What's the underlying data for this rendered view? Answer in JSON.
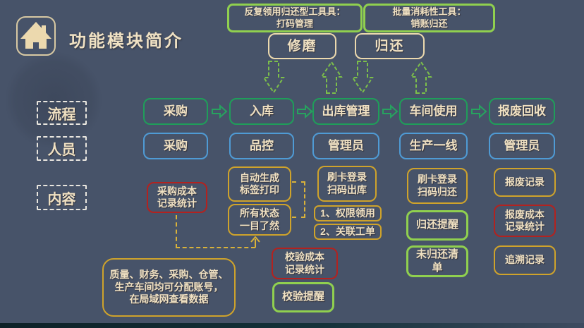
{
  "header": {
    "title": "功能模块简介"
  },
  "notes": {
    "repeat_tools": "反复领用归还型工具具：\n打码管理",
    "bulk_tools": "批量消耗性工具：\n销账归还"
  },
  "loop": {
    "regrind": "修磨",
    "return": "归还"
  },
  "row_labels": {
    "flow": "流程",
    "people": "人员",
    "content": "内容"
  },
  "flow": {
    "items": [
      {
        "label": "采购"
      },
      {
        "label": "入库"
      },
      {
        "label": "出库管理"
      },
      {
        "label": "车间使用"
      },
      {
        "label": "报废回收"
      }
    ]
  },
  "people": {
    "items": [
      {
        "label": "采购"
      },
      {
        "label": "品控"
      },
      {
        "label": "管理员"
      },
      {
        "label": "生产一线"
      },
      {
        "label": "管理员"
      }
    ]
  },
  "content": {
    "purchase_cost": "采购成本\n记录统计",
    "auto_label": "自动生成\n标签打印",
    "all_status": "所有状态\n一目了然",
    "swipe_out": "刷卡登录\n扫码出库",
    "perm_use": "1、权限领用",
    "link_order": "2、关联工单",
    "check_cost": "校验成本\n记录统计",
    "check_remind": "校验提醒",
    "swipe_return": "刷卡登录\n扫码归还",
    "return_remind": "归还提醒",
    "unreturned": "未归还清\n单",
    "scrap_record": "报废记录",
    "scrap_cost": "报废成本\n记录统计",
    "trace_record": "追溯记录",
    "accounts_note": "质量、财务、采购、仓管、\n生产车间均可分配账号，\n在局域网查看数据"
  },
  "colors": {
    "background": "#475369",
    "flow_green": "#1f9e5a",
    "people_blue": "#4f9bd5",
    "content_yellow": "#cfa32b",
    "alert_red": "#b3221f",
    "remind_lime": "#90d04f",
    "cream_text": "#f0e1c2",
    "dashed_arrow_green": "#7cbf4a",
    "connector_yellow": "#d9b23a"
  }
}
